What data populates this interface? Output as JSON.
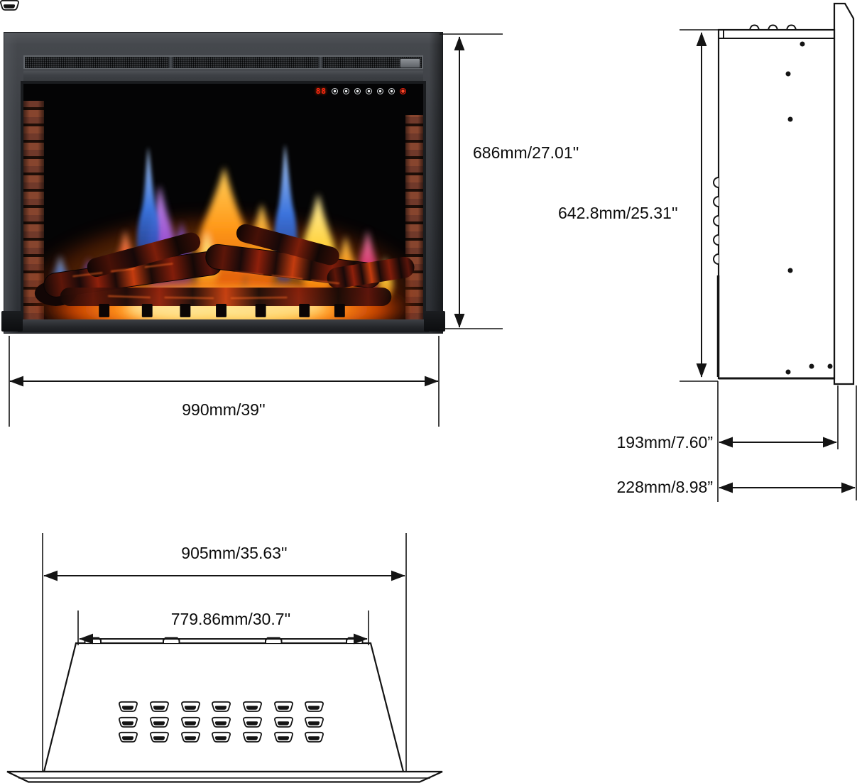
{
  "diagram": {
    "labels": {
      "front_height": "686mm/27.01''",
      "front_width": "990mm/39''",
      "side_height": "642.8mm/25.31''",
      "side_depth_body": "193mm/7.60”",
      "side_depth_total": "228mm/8.98”",
      "top_width_front": "905mm/35.63''",
      "top_width_back": "779.86mm/30.7''"
    },
    "front_panel": {
      "led_display": "88",
      "button_count": 7
    },
    "colors": {
      "background": "#ffffff",
      "line": "#141414",
      "frame_gray": "#3c3f44",
      "led_red": "#ff2612",
      "flame_orange": "#ff9a1a",
      "flame_yellow": "#ffd23e",
      "flame_blue": "#3f7ae8",
      "flame_purple": "#9a4fe0",
      "flame_magenta": "#e8407e",
      "ember_glow": "#ffd24a",
      "brick_red": "#7a4030"
    }
  }
}
